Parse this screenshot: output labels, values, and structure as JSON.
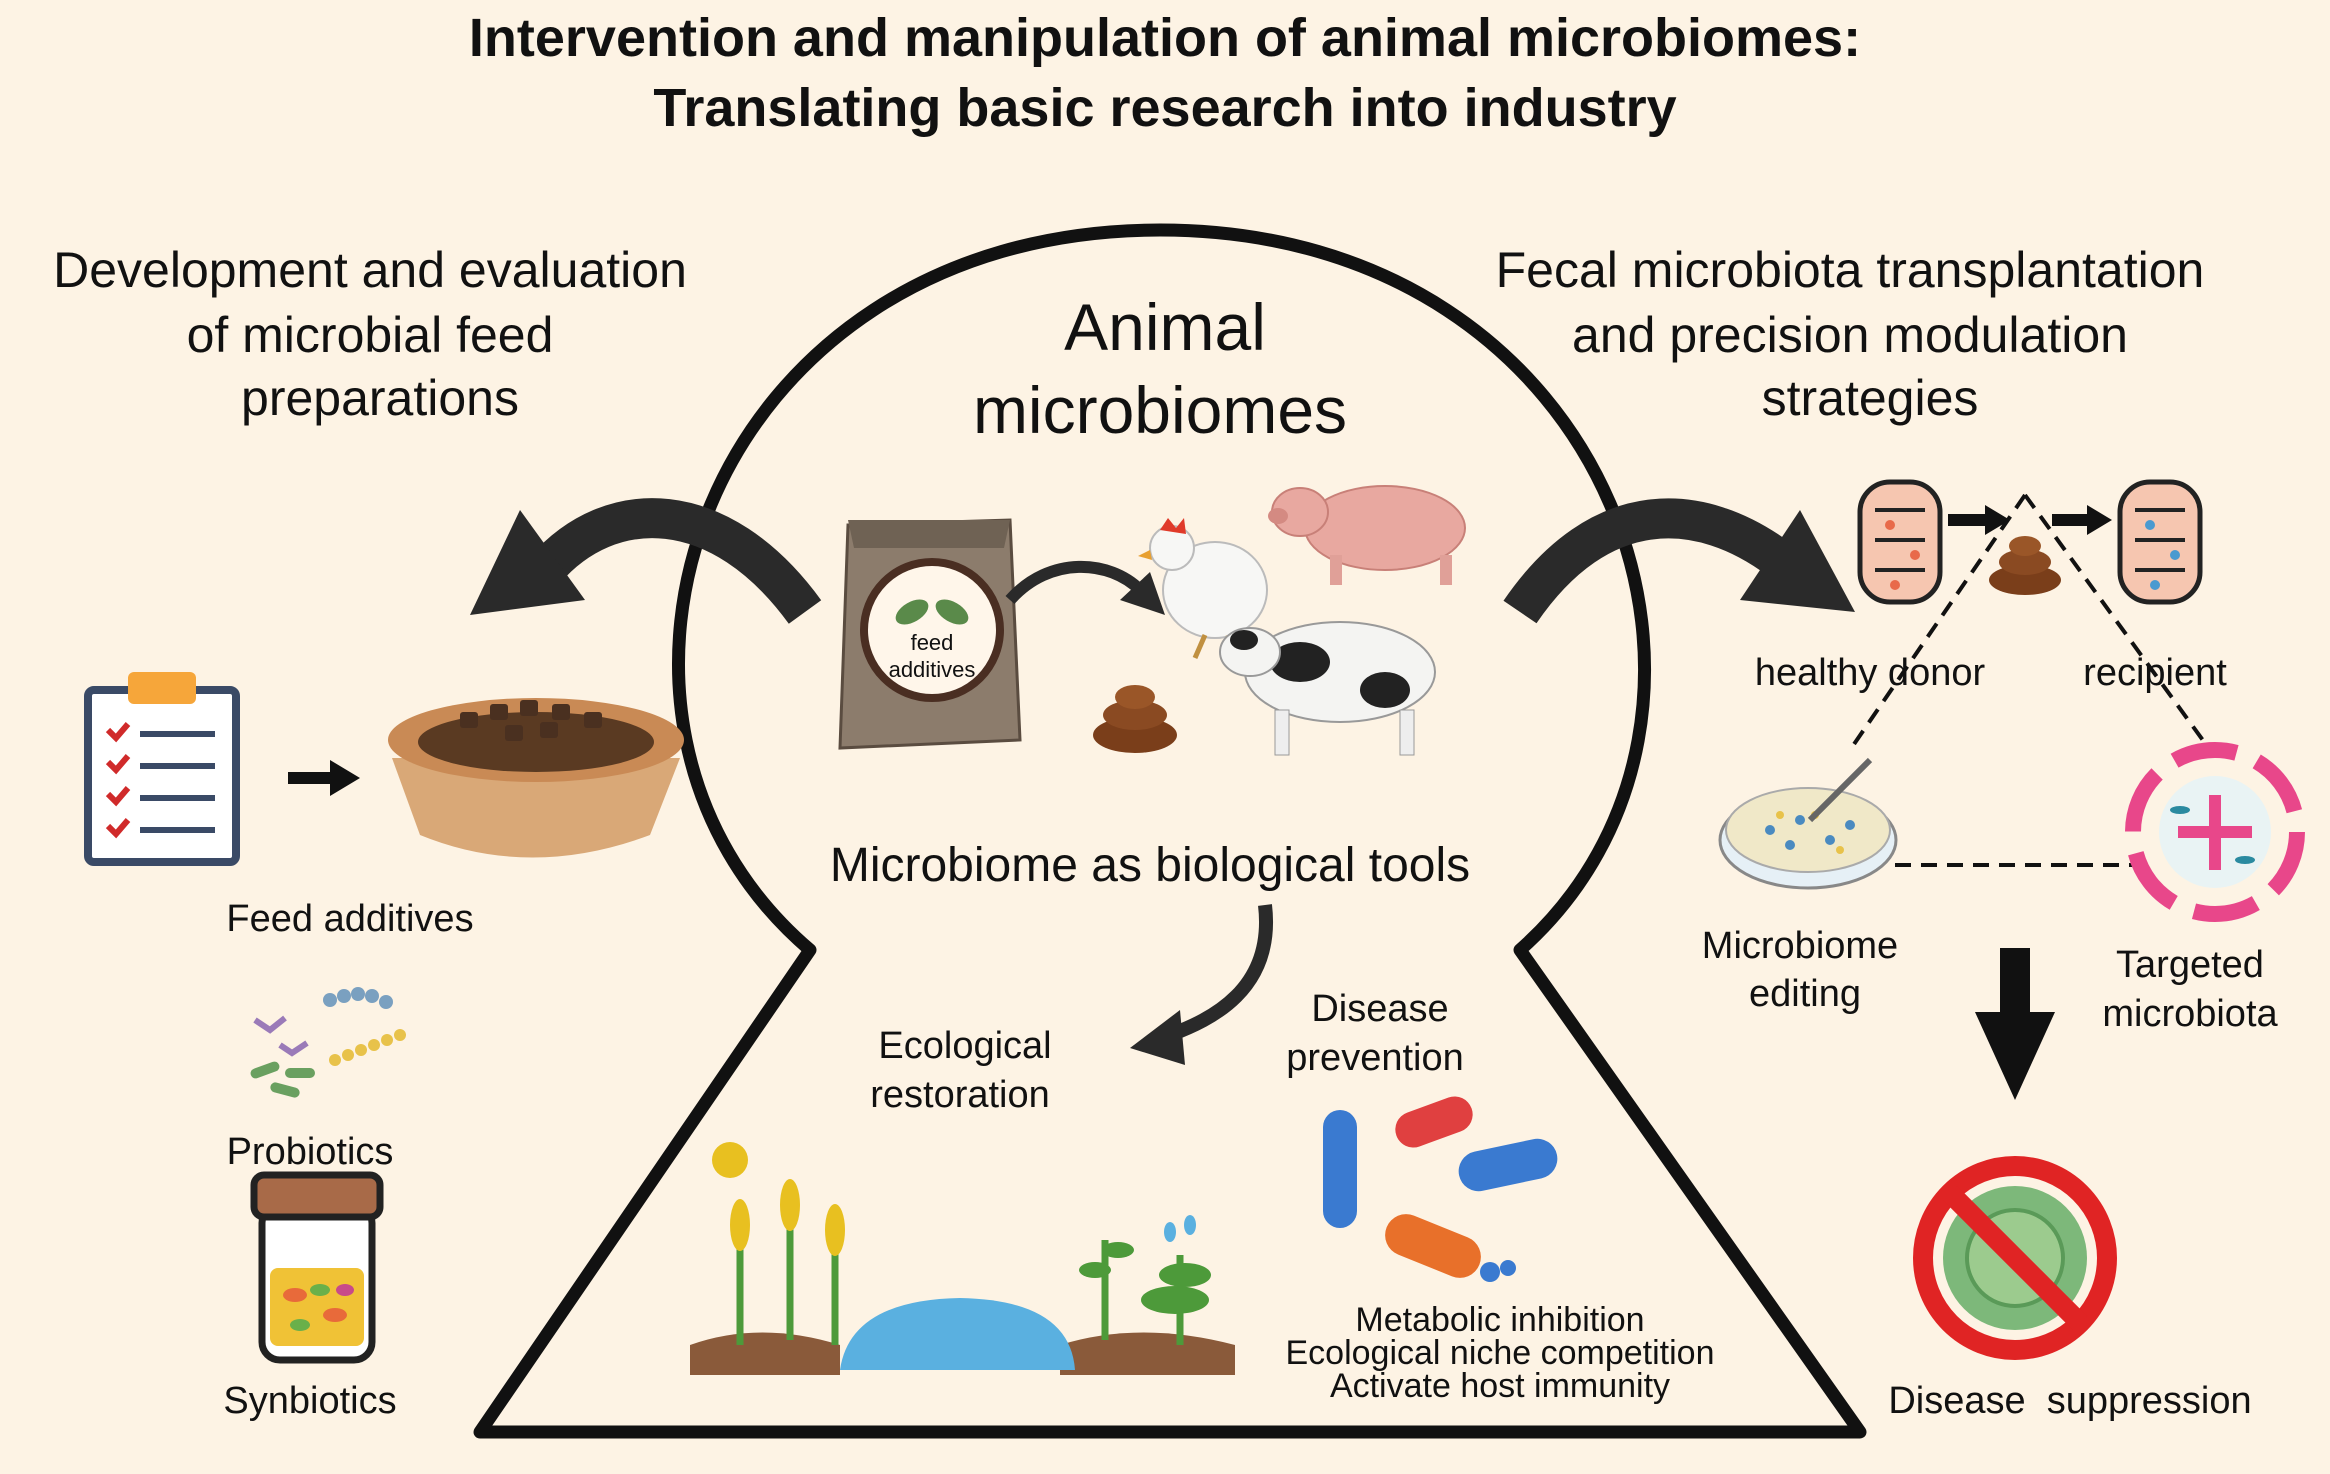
{
  "title": {
    "line1": "Intervention and manipulation of animal microbiomes:",
    "line2": "Translating basic research into industry"
  },
  "left_section": {
    "heading_line1": "Development and evaluation",
    "heading_line2": "of microbial feed",
    "heading_line3": "preparations",
    "items": {
      "feed_additives": "Feed additives",
      "probiotics": "Probiotics",
      "synbiotics": "Synbiotics"
    }
  },
  "center_section": {
    "title_line1": "Animal",
    "title_line2": "microbiomes",
    "bag_label_line1": "feed",
    "bag_label_line2": "additives",
    "tools_label": "Microbiome as biological tools",
    "ecological_line1": "Ecological",
    "ecological_line2": "restoration",
    "disease_line1": "Disease",
    "disease_line2": "prevention",
    "mechanisms": [
      "Metabolic inhibition",
      "Ecological niche competition",
      "Activate host immunity"
    ]
  },
  "right_section": {
    "heading_line1": "Fecal microbiota transplantation",
    "heading_line2": "and precision modulation",
    "heading_line3": "strategies",
    "healthy_donor": "healthy donor",
    "recipient": "recipient",
    "editing_line1": "Microbiome",
    "editing_line2": "editing",
    "targeted_line1": "Targeted",
    "targeted_line2": "microbiota",
    "disease_suppression": "Disease  suppression"
  },
  "colors": {
    "background": "#fdf3e4",
    "outline": "#111111",
    "poop": "#8a4a22",
    "intestine": "#f0a58c",
    "target_pink": "#e8478a",
    "no_sign_red": "#e02424",
    "virus_green": "#7db87a",
    "water_blue": "#5ab0e0",
    "plant_green": "#4d9a3a",
    "grain_yellow": "#e8c020",
    "bowl_tan": "#d9a877"
  }
}
